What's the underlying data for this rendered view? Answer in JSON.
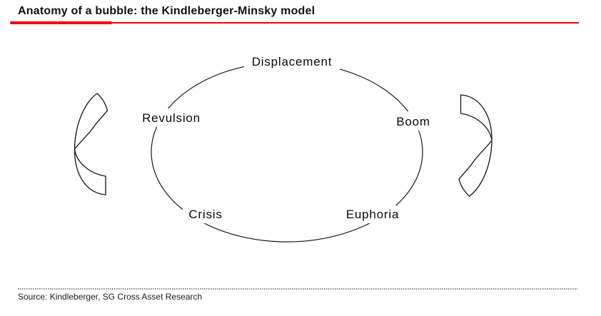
{
  "header": {
    "title": "Anatomy of a bubble: the Kindleberger-Minsky model"
  },
  "diagram": {
    "type": "cycle",
    "stages": [
      {
        "label": "Displacement",
        "position": "top"
      },
      {
        "label": "Boom",
        "position": "right-upper"
      },
      {
        "label": "Euphoria",
        "position": "right-lower"
      },
      {
        "label": "Crisis",
        "position": "left-lower"
      },
      {
        "label": "Revulsion",
        "position": "left-upper"
      }
    ],
    "arrows": [
      {
        "icon": "curved-arrow-up-icon",
        "side": "left"
      },
      {
        "icon": "curved-arrow-down-icon",
        "side": "right"
      }
    ]
  },
  "footer": {
    "source": "Source: Kindleberger, SG Cross Asset Research"
  },
  "colors": {
    "accent_red": "#F40000",
    "line_black": "#1A1A1A",
    "rule_gray": "#8A8A8A"
  }
}
